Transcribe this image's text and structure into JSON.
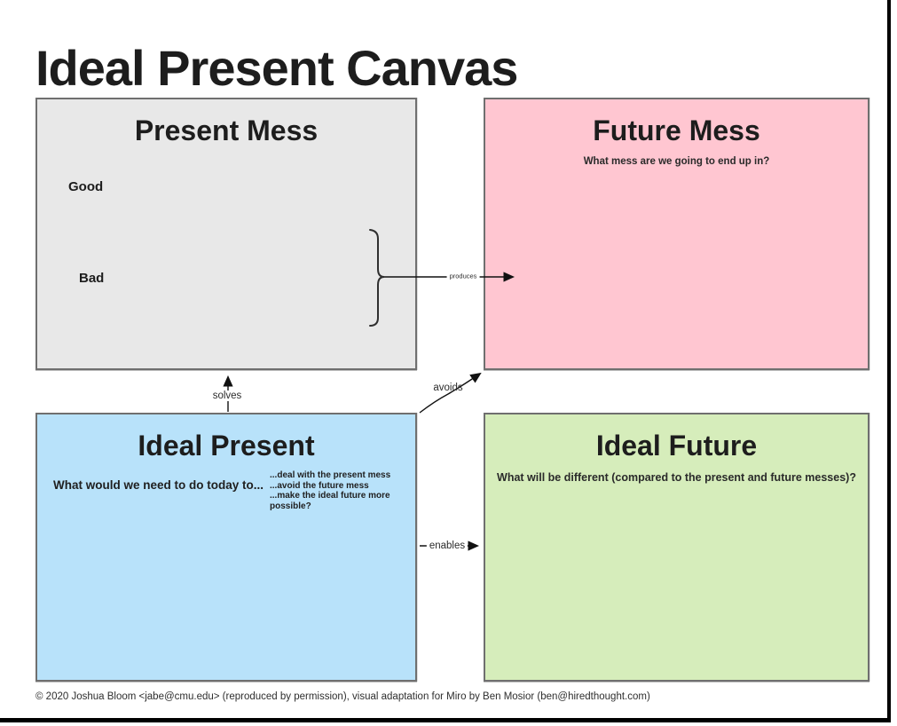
{
  "page": {
    "title": "Ideal Present Canvas",
    "footer": "© 2020 Joshua Bloom <jabe@cmu.edu> (reproduced by permission), visual adaptation for Miro by Ben Mosior (ben@hiredthought.com)"
  },
  "quadrants": {
    "present_mess": {
      "title": "Present Mess",
      "label_good": "Good",
      "label_bad": "Bad",
      "fill": "#e8e8e8"
    },
    "future_mess": {
      "title": "Future Mess",
      "subtitle": "What mess are we going to end up in?",
      "fill": "#ffc6d1"
    },
    "ideal_present": {
      "title": "Ideal Present",
      "prompt": "What would we need to do today to...",
      "list": [
        "...deal with the present mess",
        "...avoid the future mess",
        "...make the ideal future more possible?"
      ],
      "fill": "#b8e2fa"
    },
    "ideal_future": {
      "title": "Ideal Future",
      "subtitle": "What will be different (compared to the present and future messes)?",
      "fill": "#d6edbb"
    }
  },
  "connectors": {
    "produces": "produces",
    "solves": "solves",
    "avoids": "avoids",
    "enables": "enables"
  },
  "colors": {
    "box_border": "#6f6f6f",
    "connector": "#111111",
    "title_text": "#1d1d1d",
    "window_border": "#000000"
  }
}
